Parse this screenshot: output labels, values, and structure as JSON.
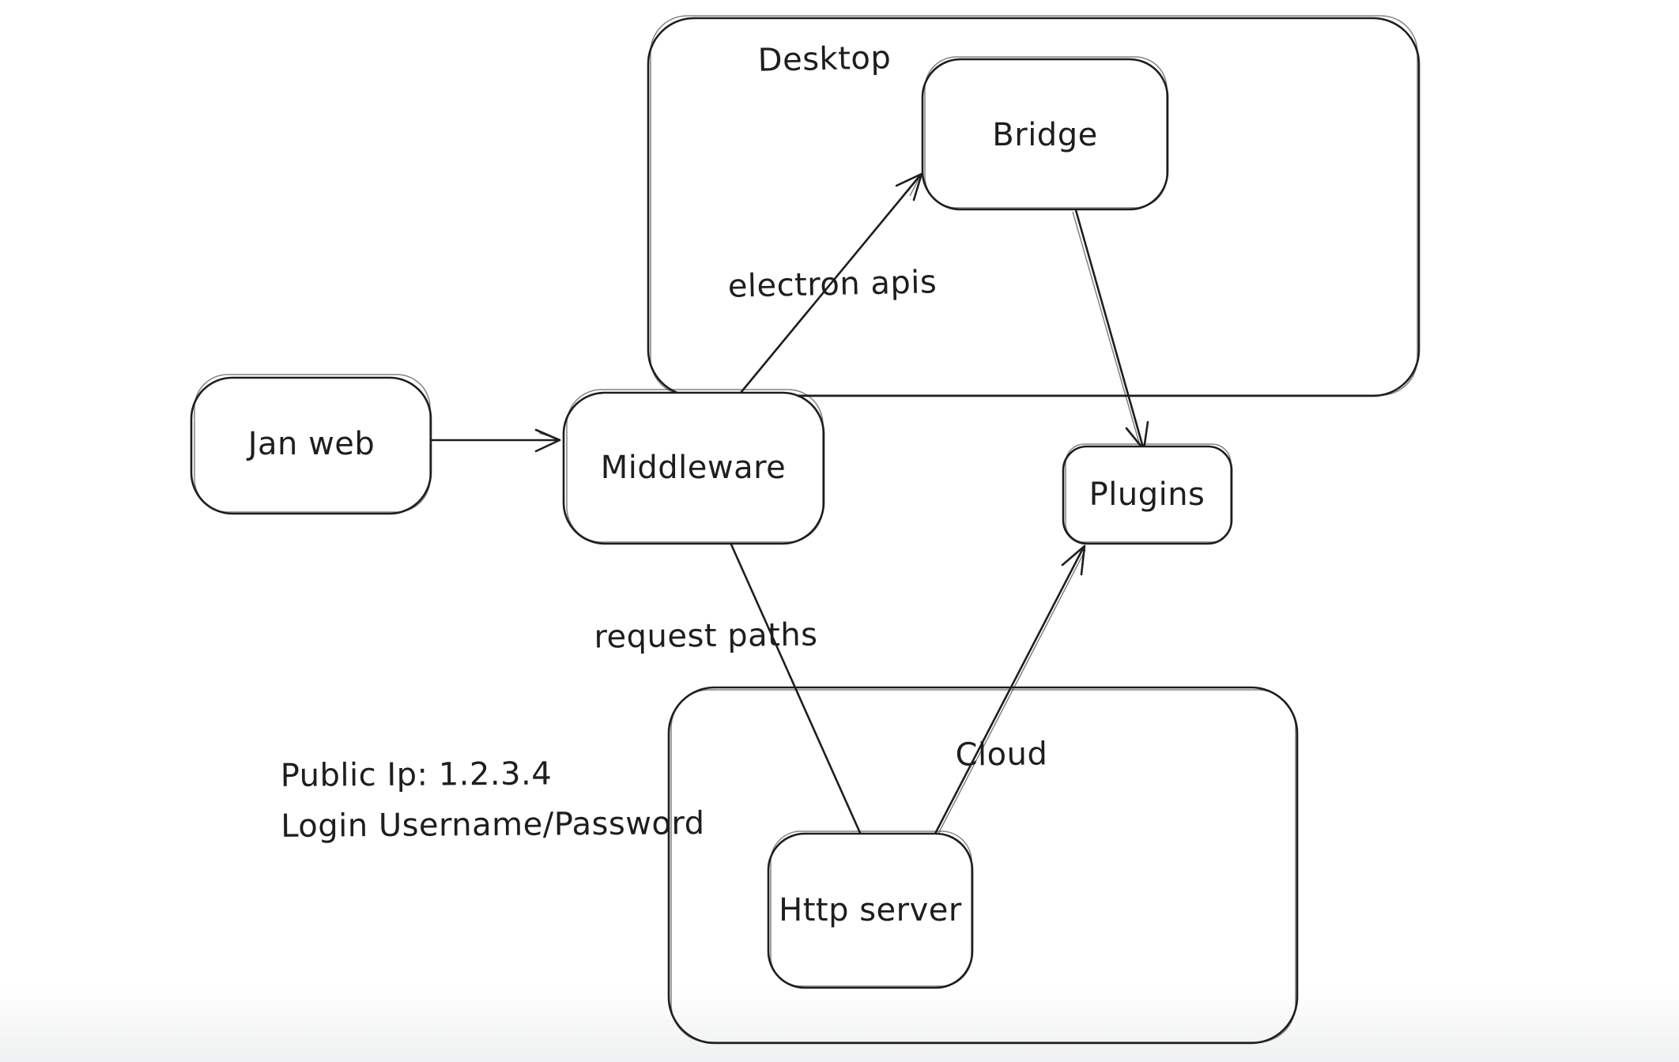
{
  "canvas": {
    "background_color": "#ffffff",
    "stroke_color": "#1e1e1e"
  },
  "diagram": {
    "containers": [
      {
        "id": "desktop",
        "label": "Desktop"
      },
      {
        "id": "cloud",
        "label": "Cloud"
      }
    ],
    "nodes": [
      {
        "id": "jan-web",
        "label": "Jan web"
      },
      {
        "id": "middleware",
        "label": "Middleware"
      },
      {
        "id": "bridge",
        "label": "Bridge"
      },
      {
        "id": "plugins",
        "label": "Plugins"
      },
      {
        "id": "http-server",
        "label": "Http server"
      }
    ],
    "edges": [
      {
        "id": "jan-web-to-middleware",
        "from": "Jan web",
        "to": "Middleware",
        "label": ""
      },
      {
        "id": "middleware-to-bridge",
        "from": "Middleware",
        "to": "Bridge",
        "label": "electron apis"
      },
      {
        "id": "bridge-to-plugins",
        "from": "Bridge",
        "to": "Plugins",
        "label": ""
      },
      {
        "id": "middleware-to-http-server",
        "from": "Middleware",
        "to": "Http server",
        "label": "request paths"
      },
      {
        "id": "http-server-to-plugins",
        "from": "Http server",
        "to": "Plugins",
        "label": ""
      }
    ],
    "annotations": [
      {
        "id": "public-ip",
        "text": "Public Ip: 1.2.3.4"
      },
      {
        "id": "login",
        "text": "Login Username/Password"
      }
    ]
  }
}
